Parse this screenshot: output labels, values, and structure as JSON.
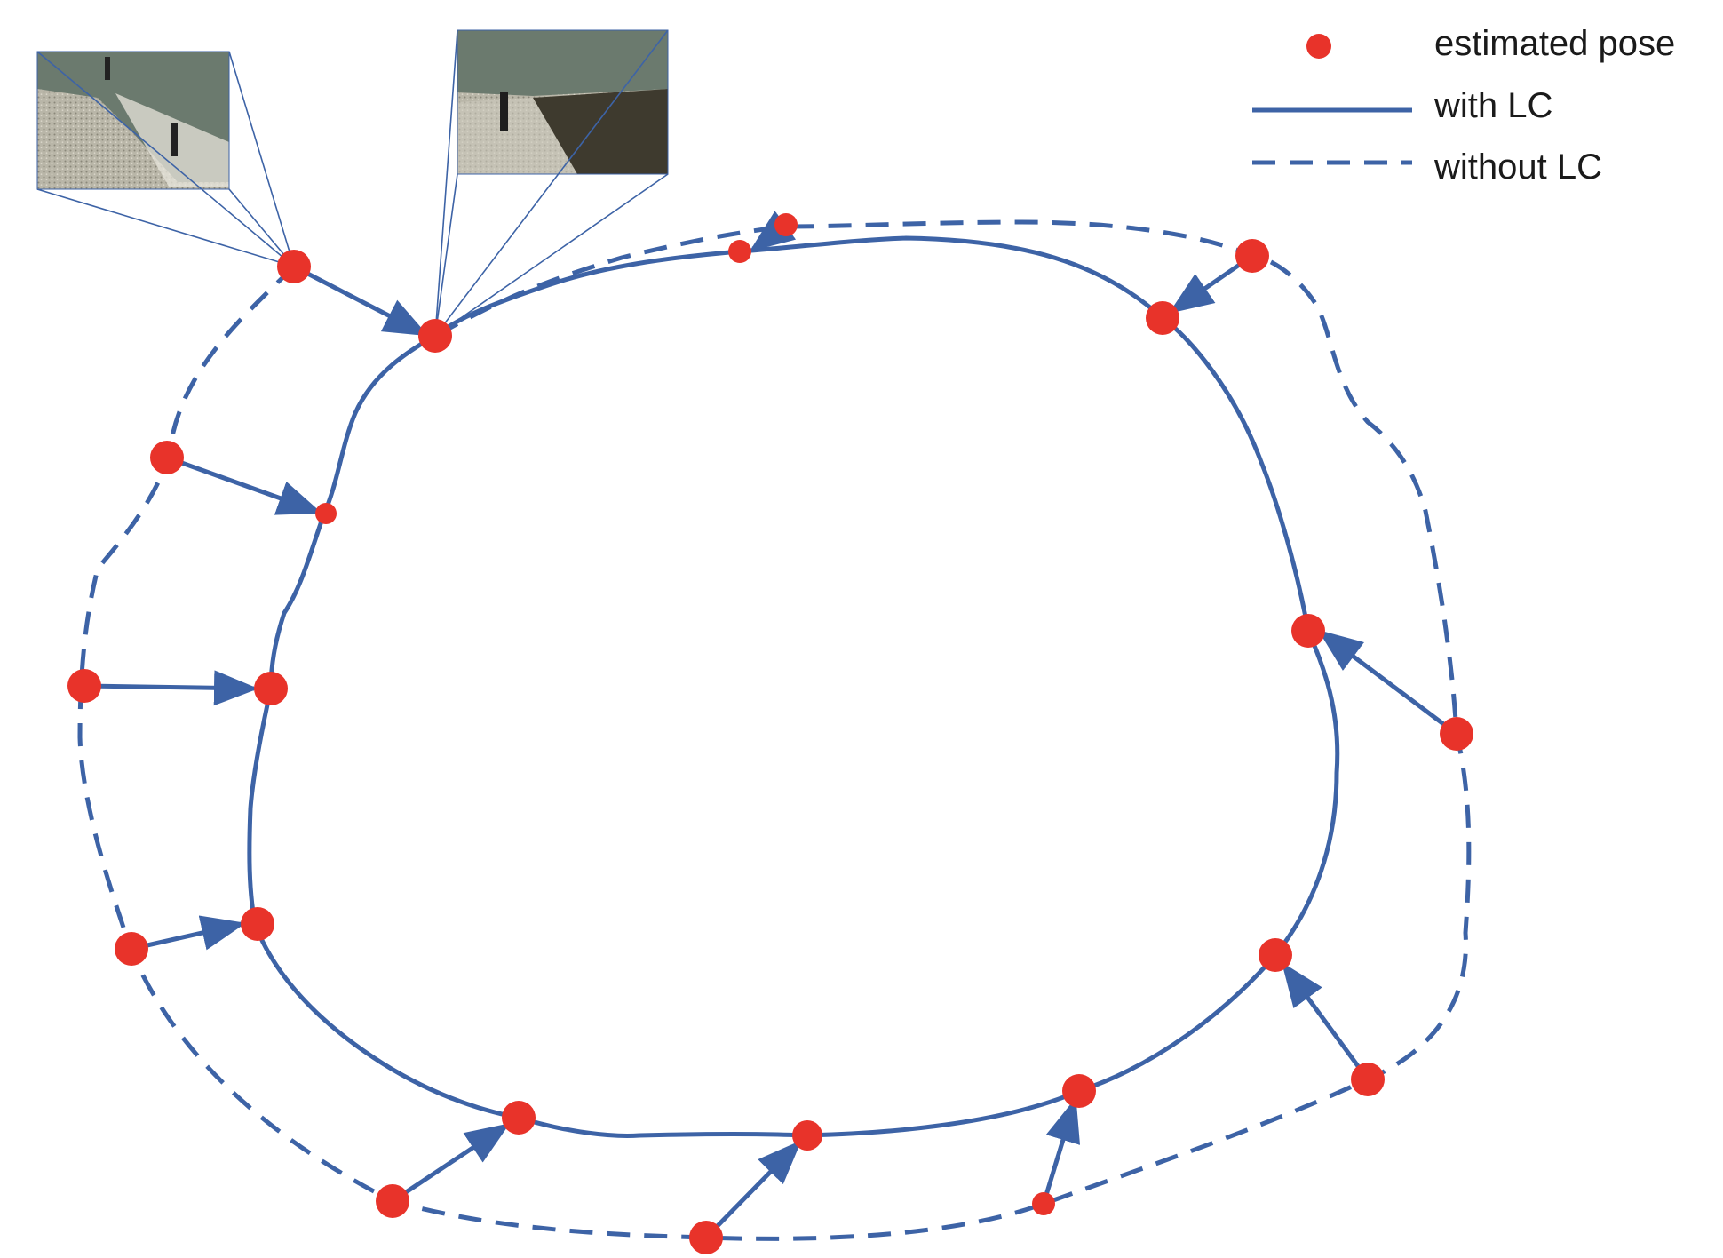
{
  "legend": {
    "estimated_pose": "estimated pose",
    "with_lc": "with LC",
    "without_lc": "without LC"
  },
  "colors": {
    "trajectory": "#3D63A6",
    "pose": "#E8332A",
    "background": "#FFFFFF"
  },
  "thumbnails": [
    {
      "icon": "camera-frame-thumbnail",
      "content": "sofa leg on carpet"
    },
    {
      "icon": "camera-frame-thumbnail",
      "content": "sofa leg on carpet"
    }
  ]
}
